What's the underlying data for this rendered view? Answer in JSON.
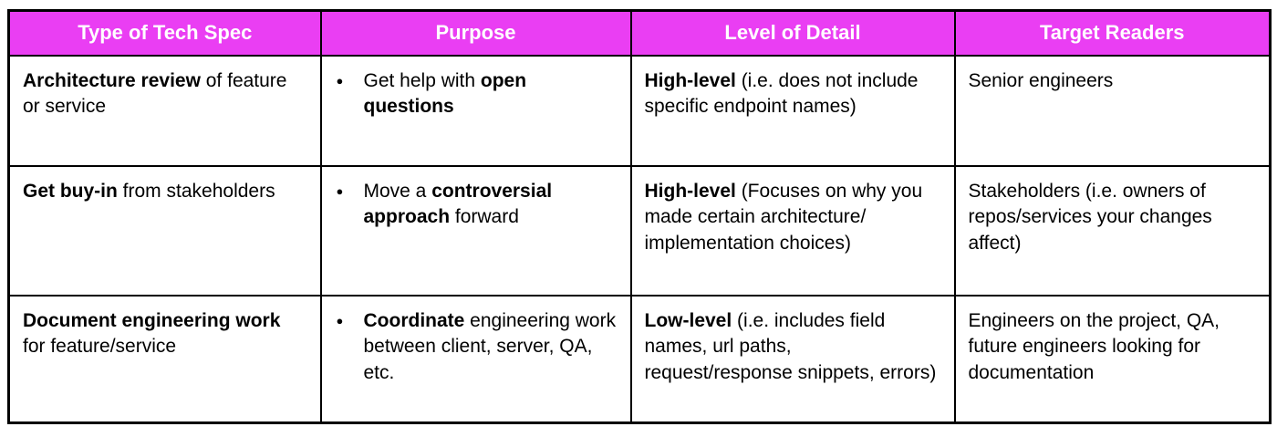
{
  "icons": {
    "bullet": "●"
  },
  "theme": {
    "header_bg": "#EA3EF3",
    "header_text_color": "#FFFFFF",
    "border_color": "#000000",
    "body_text_color": "#000000",
    "background": "#FFFFFF"
  },
  "table": {
    "columns": [
      {
        "label": "Type of Tech Spec"
      },
      {
        "label": "Purpose"
      },
      {
        "label": "Level of Detail"
      },
      {
        "label": "Target Readers"
      }
    ],
    "rows": [
      {
        "type": [
          {
            "text": "Architecture review",
            "bold": true
          },
          {
            "text": " of feature or service",
            "bold": false
          }
        ],
        "purpose": [
          {
            "text": "Get help with ",
            "bold": false
          },
          {
            "text": "open questions",
            "bold": true
          }
        ],
        "detail": [
          {
            "text": "High-level",
            "bold": true
          },
          {
            "text": " (i.e. does not include specific endpoint names)",
            "bold": false
          }
        ],
        "readers": [
          {
            "text": "Senior engineers",
            "bold": false
          }
        ]
      },
      {
        "type": [
          {
            "text": "Get buy-in",
            "bold": true
          },
          {
            "text": " from stakeholders",
            "bold": false
          }
        ],
        "purpose": [
          {
            "text": "Move a ",
            "bold": false
          },
          {
            "text": "controversial approach",
            "bold": true
          },
          {
            "text": " forward",
            "bold": false
          }
        ],
        "detail": [
          {
            "text": "High-level",
            "bold": true
          },
          {
            "text": " (Focuses on why you made certain architecture/ implementation choices)",
            "bold": false
          }
        ],
        "readers": [
          {
            "text": "Stakeholders (i.e. owners of repos/services your changes affect)",
            "bold": false
          }
        ]
      },
      {
        "type": [
          {
            "text": "Document engineering work",
            "bold": true
          },
          {
            "text": " for feature/service",
            "bold": false
          }
        ],
        "purpose": [
          {
            "text": "Coordinate",
            "bold": true
          },
          {
            "text": " engineering work between client, server, QA, etc.",
            "bold": false
          }
        ],
        "detail": [
          {
            "text": "Low-level",
            "bold": true
          },
          {
            "text": " (i.e. includes field names, url paths, request/response snippets, errors)",
            "bold": false
          }
        ],
        "readers": [
          {
            "text": "Engineers on the project, QA, future engineers looking for documentation",
            "bold": false
          }
        ]
      }
    ]
  }
}
